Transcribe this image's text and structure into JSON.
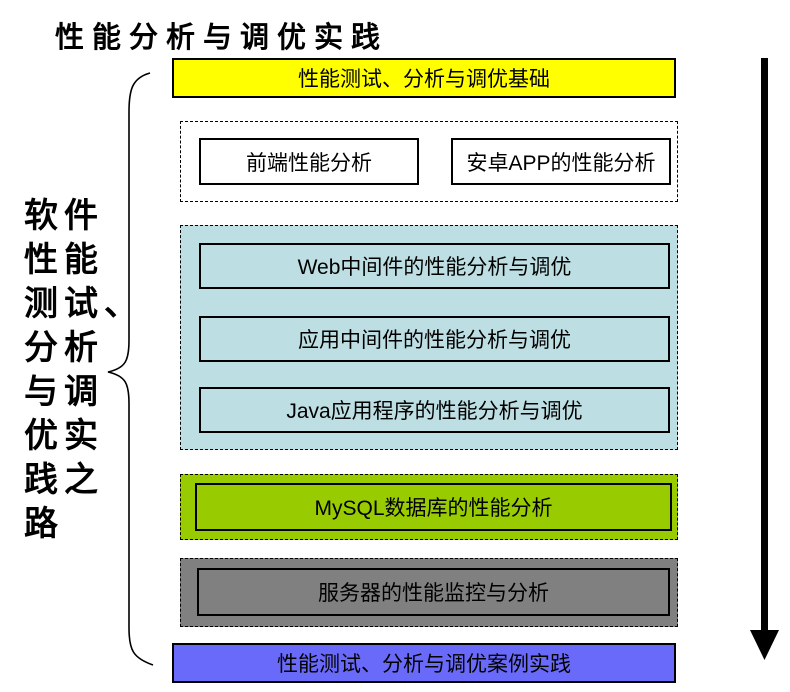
{
  "slide": {
    "title": "性能分析与调优实践",
    "side_brace_label": {
      "full_text": "软件性能测试、分析与调优实践之路",
      "lines": [
        "软件",
        "性能",
        "测试、",
        "分析",
        "与调",
        "优实",
        "践之",
        "路"
      ]
    },
    "flow": {
      "direction": "top-to-bottom",
      "arrow_icon": "down-arrow"
    },
    "stages": {
      "foundation": {
        "label": "性能测试、分析与调优基础",
        "fill": "#ffff00"
      },
      "client_group": {
        "fill": "#ffffff",
        "items": {
          "frontend": "前端性能分析",
          "android": "安卓APP的性能分析"
        }
      },
      "middleware_group": {
        "fill": "#bddee2",
        "items": {
          "web": "Web中间件的性能分析与调优",
          "app": "应用中间件的性能分析与调优",
          "java": "Java应用程序的性能分析与调优"
        }
      },
      "database_group": {
        "fill": "#99cc00",
        "items": {
          "mysql": "MySQL数据库的性能分析"
        }
      },
      "server_group": {
        "fill": "#808080",
        "items": {
          "server": "服务器的性能监控与分析"
        }
      },
      "practice": {
        "label": "性能测试、分析与调优案例实践",
        "fill": "#6a6afa"
      }
    },
    "colors": {
      "foundation_yellow": "#ffff00",
      "middleware_blue": "#bddee2",
      "database_green": "#99cc00",
      "server_gray": "#808080",
      "practice_blue": "#6a6afa",
      "line_black": "#000000"
    }
  }
}
